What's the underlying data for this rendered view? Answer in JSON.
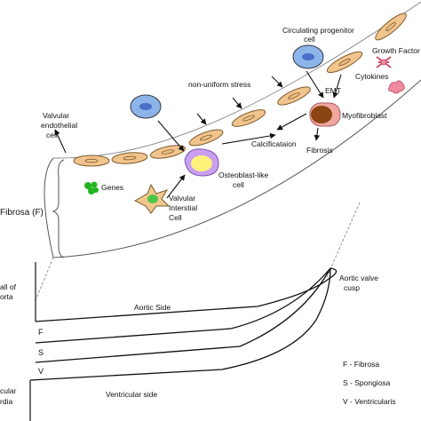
{
  "labels": {
    "circulating_progenitor_1": "Circulating progenitor",
    "circulating_progenitor_2": "cell",
    "growth_factor": "Growth Factor",
    "cytokines": "Cytokines",
    "emt": "EMT",
    "non_uniform_stress": "non-uniform stress",
    "myofibroblast": "Myofibroblast",
    "valvular_endothelial_1": "Valvular",
    "valvular_endothelial_2": "endothelial",
    "valvular_endothelial_3": "cell",
    "calcification": "Calcificataion",
    "fibrosis": "Fibrosis",
    "osteoblast_1": "Osteoblast-like",
    "osteoblast_2": "cell",
    "genes": "Genes",
    "vic_1": "Valvular",
    "vic_2": "Interstial",
    "vic_3": "Cell",
    "fibrosa_f": "Fibrosa (F)",
    "wall_of_aorta_1": "all of",
    "wall_of_aorta_2": "orta",
    "aortic_valve_cusp_1": "Aortic valve",
    "aortic_valve_cusp_2": "cusp",
    "aortic_side": "Aortic Side",
    "layer_f": "F",
    "layer_s": "S",
    "layer_v": "V",
    "ventricular_myocardia_1": "cular",
    "ventricular_myocardia_2": "rdia",
    "ventricular_side": "Ventricular side",
    "legend_f": "F - Fibrosa",
    "legend_s": "S - Spongiosa",
    "legend_v": "V - Ventricularis"
  },
  "colors": {
    "endothelial_fill": "#f2c48d",
    "progenitor_fill": "#8db4e8",
    "progenitor_nucleus": "#4a6fc8",
    "osteoblast_outer": "#c9a0f0",
    "osteoblast_inner": "#fff27a",
    "myofibroblast_outer": "#f2a6a0",
    "myofibroblast_inner": "#8b4513",
    "genes_green": "#22b522",
    "vic_fill": "#f0c88c",
    "vic_nucleus": "#4cc44c",
    "cytokine_pink": "#f08aa0"
  }
}
